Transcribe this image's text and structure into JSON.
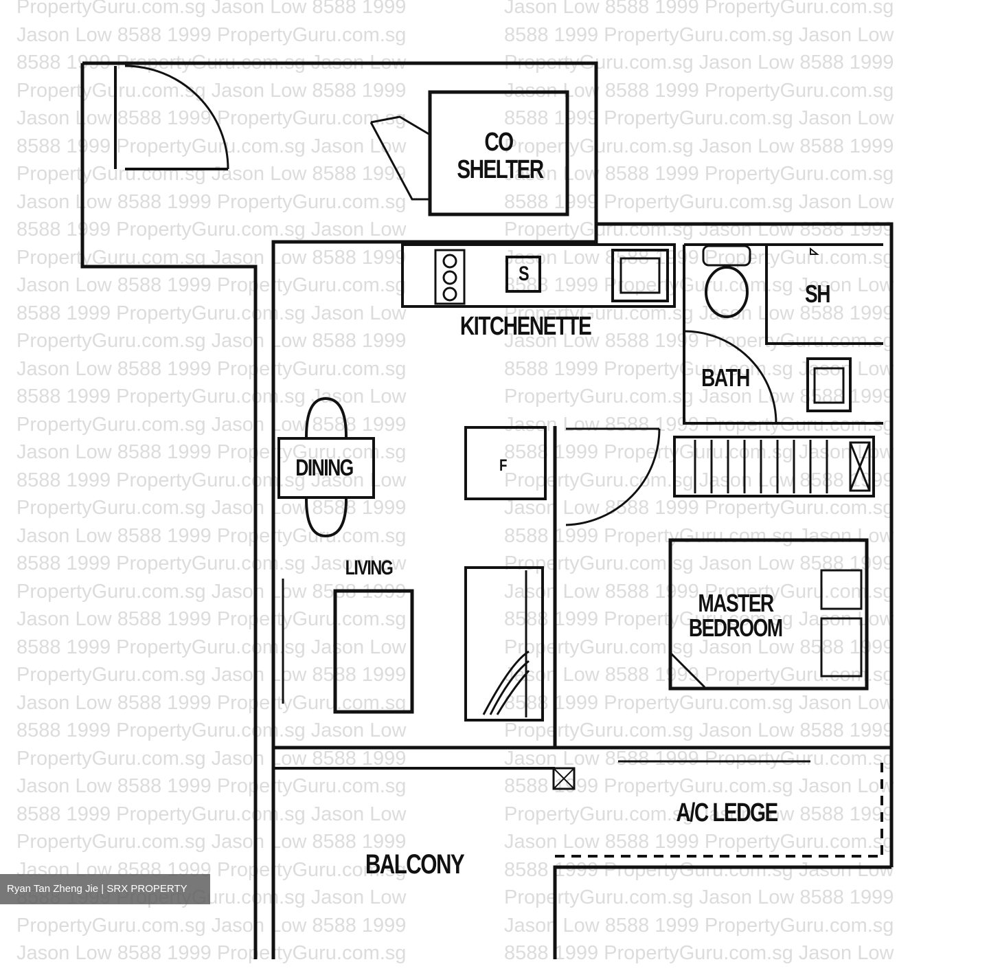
{
  "watermark": {
    "phrases": [
      "PropertyGuru.com.sg",
      "Jason Low",
      "8588 1999"
    ]
  },
  "rooms": {
    "co_shelter": {
      "line1": "CO",
      "line2": "SHELTER"
    },
    "sink_symbol": "S",
    "kitchenette": "KITCHENETTE",
    "bath": "BATH",
    "shower": "SH",
    "fridge": "F",
    "dining": "DINING",
    "living": "LIVING",
    "master_bedroom": {
      "line1": "MASTER",
      "line2": "BEDROOM"
    },
    "ac_ledge": "A/C LEDGE",
    "balcony": "BALCONY"
  },
  "credit": "Ryan Tan Zheng Jie | SRX PROPERTY",
  "colors": {
    "wall": "#111111",
    "watermark": "#dcdcdc",
    "badge": "#5a5a5a"
  }
}
